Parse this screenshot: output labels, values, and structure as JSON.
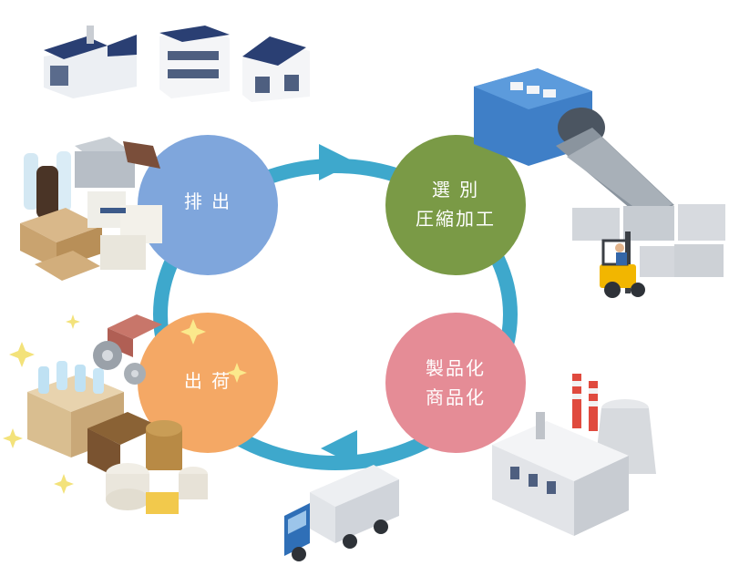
{
  "diagram": {
    "nodes": [
      {
        "id": "discharge",
        "lines": [
          "排 出"
        ],
        "color": "#7FA6DC"
      },
      {
        "id": "sorting",
        "lines": [
          "選 別",
          "圧縮加工"
        ],
        "color": "#7A9A46"
      },
      {
        "id": "production",
        "lines": [
          "製品化",
          "商品化"
        ],
        "color": "#E58C96"
      },
      {
        "id": "shipping",
        "lines": [
          "出 荷"
        ],
        "color": "#F4A865"
      }
    ],
    "ring_color": "#3EA8CC"
  }
}
